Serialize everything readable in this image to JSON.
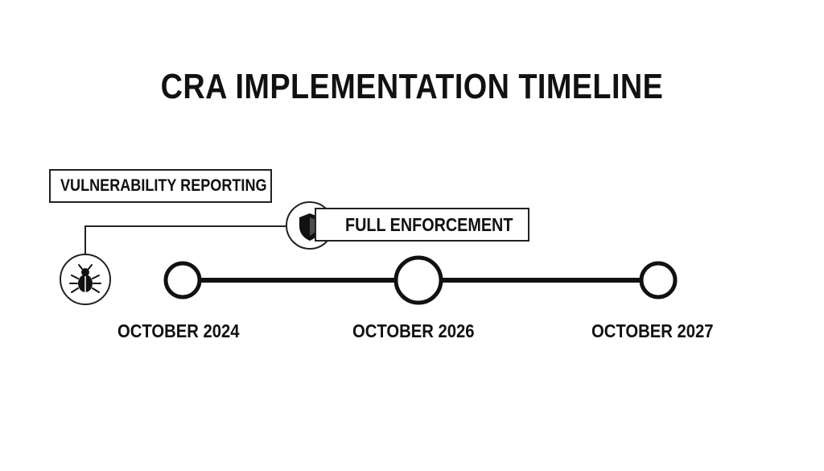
{
  "title": "CRA IMPLEMENTATION TIMELINE",
  "milestones": [
    {
      "label": "VULNERABILITY REPORTING",
      "icon": "bug-icon"
    },
    {
      "label": "FULL ENFORCEMENT",
      "icon": "shield-icon"
    }
  ],
  "dates": [
    "OCTOBER 2024",
    "OCTOBER 2026",
    "OCTOBER 2027"
  ],
  "colors": {
    "ink": "#111111",
    "background": "#ffffff"
  }
}
